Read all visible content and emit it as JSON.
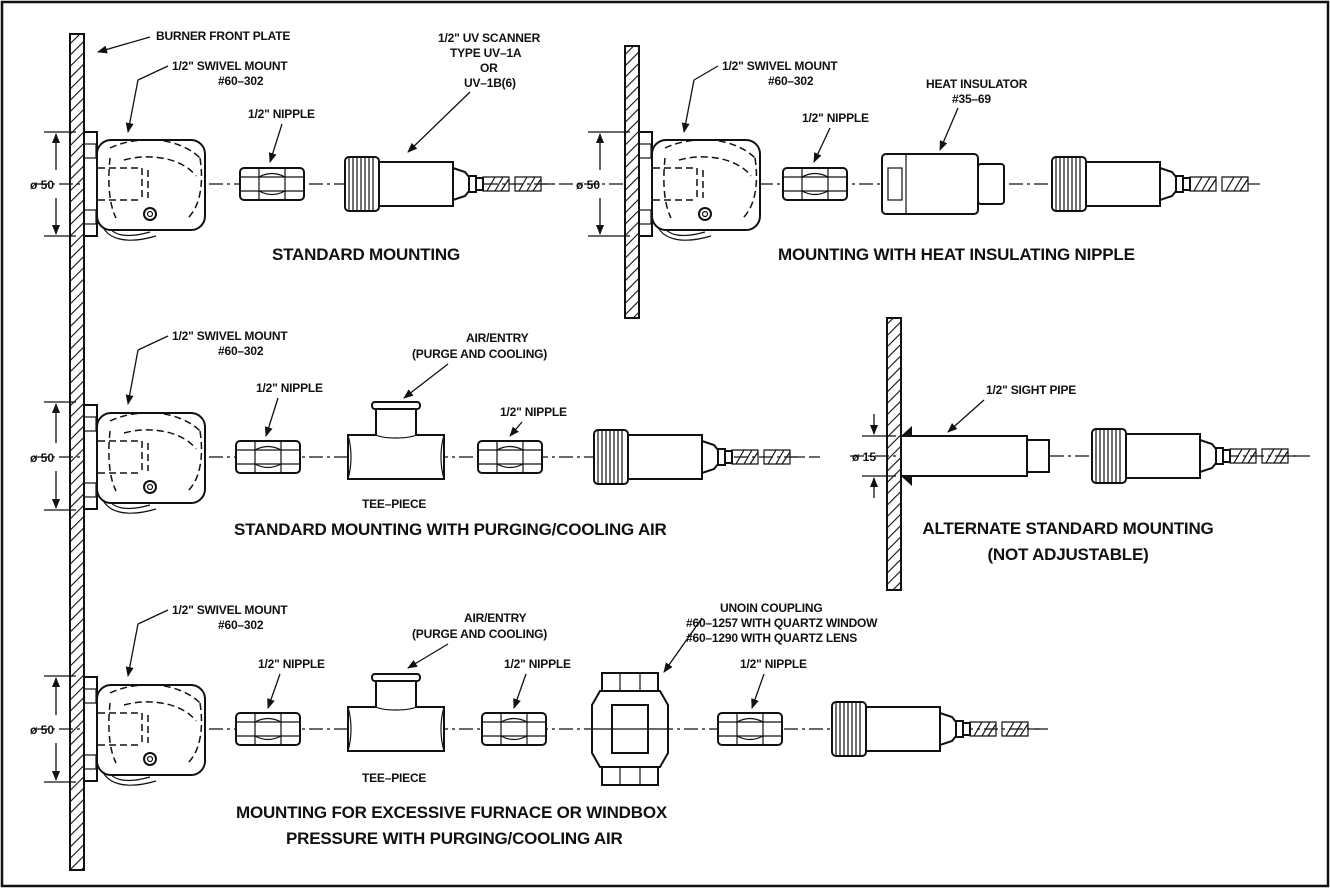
{
  "labels": {
    "burner_front_plate": "BURNER FRONT PLATE",
    "swivel_mount": "1/2\" SWIVEL MOUNT",
    "swivel_part_no": "#60–302",
    "nipple": "1/2\" NIPPLE",
    "uv_scanner_1": "1/2\" UV SCANNER",
    "uv_scanner_2": "TYPE UV–1A",
    "uv_scanner_3": "OR",
    "uv_scanner_4": "UV–1B(6)",
    "heat_insulator": "HEAT INSULATOR",
    "heat_insulator_part_no": "#35–69",
    "air_entry": "AIR/ENTRY",
    "purge_cooling": "(PURGE AND COOLING)",
    "tee_piece": "TEE–PIECE",
    "sight_pipe": "1/2\" SIGHT PIPE",
    "union_coupling": "UNOIN COUPLING",
    "quartz_window": "#60–1257 WITH QUARTZ WINDOW",
    "quartz_lens": "#60–1290 WITH QUARTZ LENS",
    "dia_50": "ø 50",
    "dia_15": "ø 15"
  },
  "titles": {
    "standard": "STANDARD MOUNTING",
    "heat_insulating": "MOUNTING WITH HEAT INSULATING NIPPLE",
    "purging": "STANDARD MOUNTING WITH PURGING/COOLING AIR",
    "alternate_1": "ALTERNATE STANDARD MOUNTING",
    "alternate_2": "(NOT ADJUSTABLE)",
    "excessive_1": "MOUNTING FOR EXCESSIVE FURNACE OR WINDBOX",
    "excessive_2": "PRESSURE WITH PURGING/COOLING AIR"
  }
}
